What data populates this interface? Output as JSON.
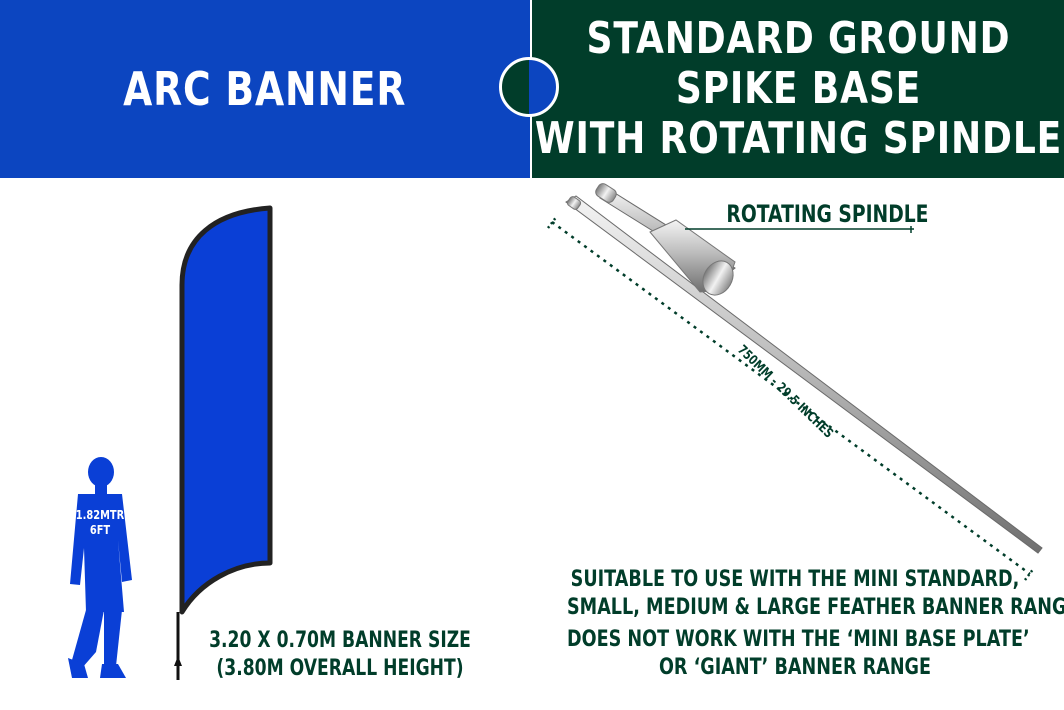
{
  "header": {
    "left_title": "ARC BANNER",
    "right_title_lines": [
      "STANDARD GROUND",
      "SPIKE BASE",
      "WITH ROTATING SPINDLE"
    ]
  },
  "person": {
    "height_lines": [
      "1.82MTR",
      "6FT"
    ]
  },
  "banner": {
    "size_lines": [
      "3.20 X 0.70M BANNER SIZE",
      "(3.80M OVERALL HEIGHT)"
    ]
  },
  "spike": {
    "spindle_label": "ROTATING SPINDLE",
    "length_label": "750MM - 29.5 INCHES"
  },
  "notes": {
    "suitable_lines": [
      "SUITABLE TO USE WITH THE MINI STANDARD,",
      "SMALL, MEDIUM & LARGE FEATHER BANNER RANGE"
    ],
    "not_work_lines": [
      "DOES NOT WORK WITH THE ‘MINI BASE PLATE’",
      "OR ‘GIANT’ BANNER RANGE"
    ]
  },
  "colors": {
    "blue": "#0c45c0",
    "green": "#013d2a",
    "white": "#ffffff"
  }
}
